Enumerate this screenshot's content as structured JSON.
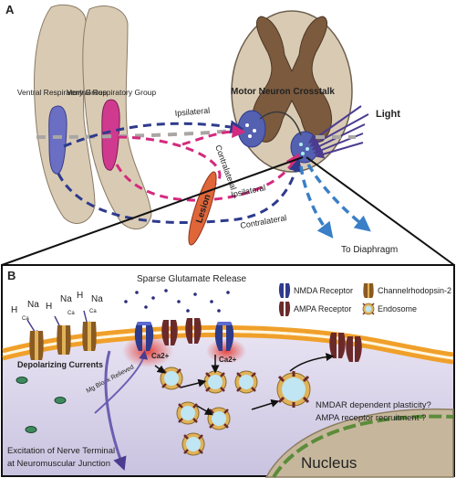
{
  "panel_a": {
    "letter": "A",
    "vrg_left": "Ventral Respiratory Group",
    "vrg_right": "Ventral Respiratory Group",
    "crosstalk": "Motor Neuron Crosstalk",
    "light": "Light",
    "ipsilateral_top": "Ipsilateral",
    "contralateral_mid": "Contralateral",
    "ipsilateral_bottom": "Ipsilateral",
    "contralateral_bottom": "Contralateral",
    "lesion": "Lesion",
    "to_diaphragm": "To Diaphragm"
  },
  "panel_b": {
    "letter": "B",
    "legend": {
      "nmda": "NMDA Receptor",
      "ampa": "AMPA Receptor",
      "chr2": "Channelrhodopsin-2",
      "endosome": "Endosome"
    },
    "ions": {
      "h1": "H",
      "na1": "Na",
      "ca1": "Ca",
      "h2": "H",
      "na2": "Na",
      "h3": "H",
      "ca2": "Ca",
      "na3": "Na",
      "ca3": "Ca"
    },
    "glutamate": "Sparse Glutamate Release",
    "depolarizing": "Depolarizing Currents",
    "mg_block": "Mg Block Relieved",
    "ca_left": "Ca2+",
    "ca_right": "Ca2+",
    "question1": "NMDAR dependent plasticity?",
    "question2": "AMPA receptor recruitment ?",
    "excitation1": "Excitation of Nerve Terminal",
    "excitation2": "at Neuromuscular Junction",
    "nucleus": "Nucleus"
  },
  "colors": {
    "tissue": "#d9cbb3",
    "grey_matter": "#7b5a3e",
    "blue_path": "#2e3a8c",
    "magenta_path": "#d42a7e",
    "light_blue": "#3a7fc7",
    "membrane": "#f0a02a",
    "cytoplasm": "#d9d4ea"
  }
}
